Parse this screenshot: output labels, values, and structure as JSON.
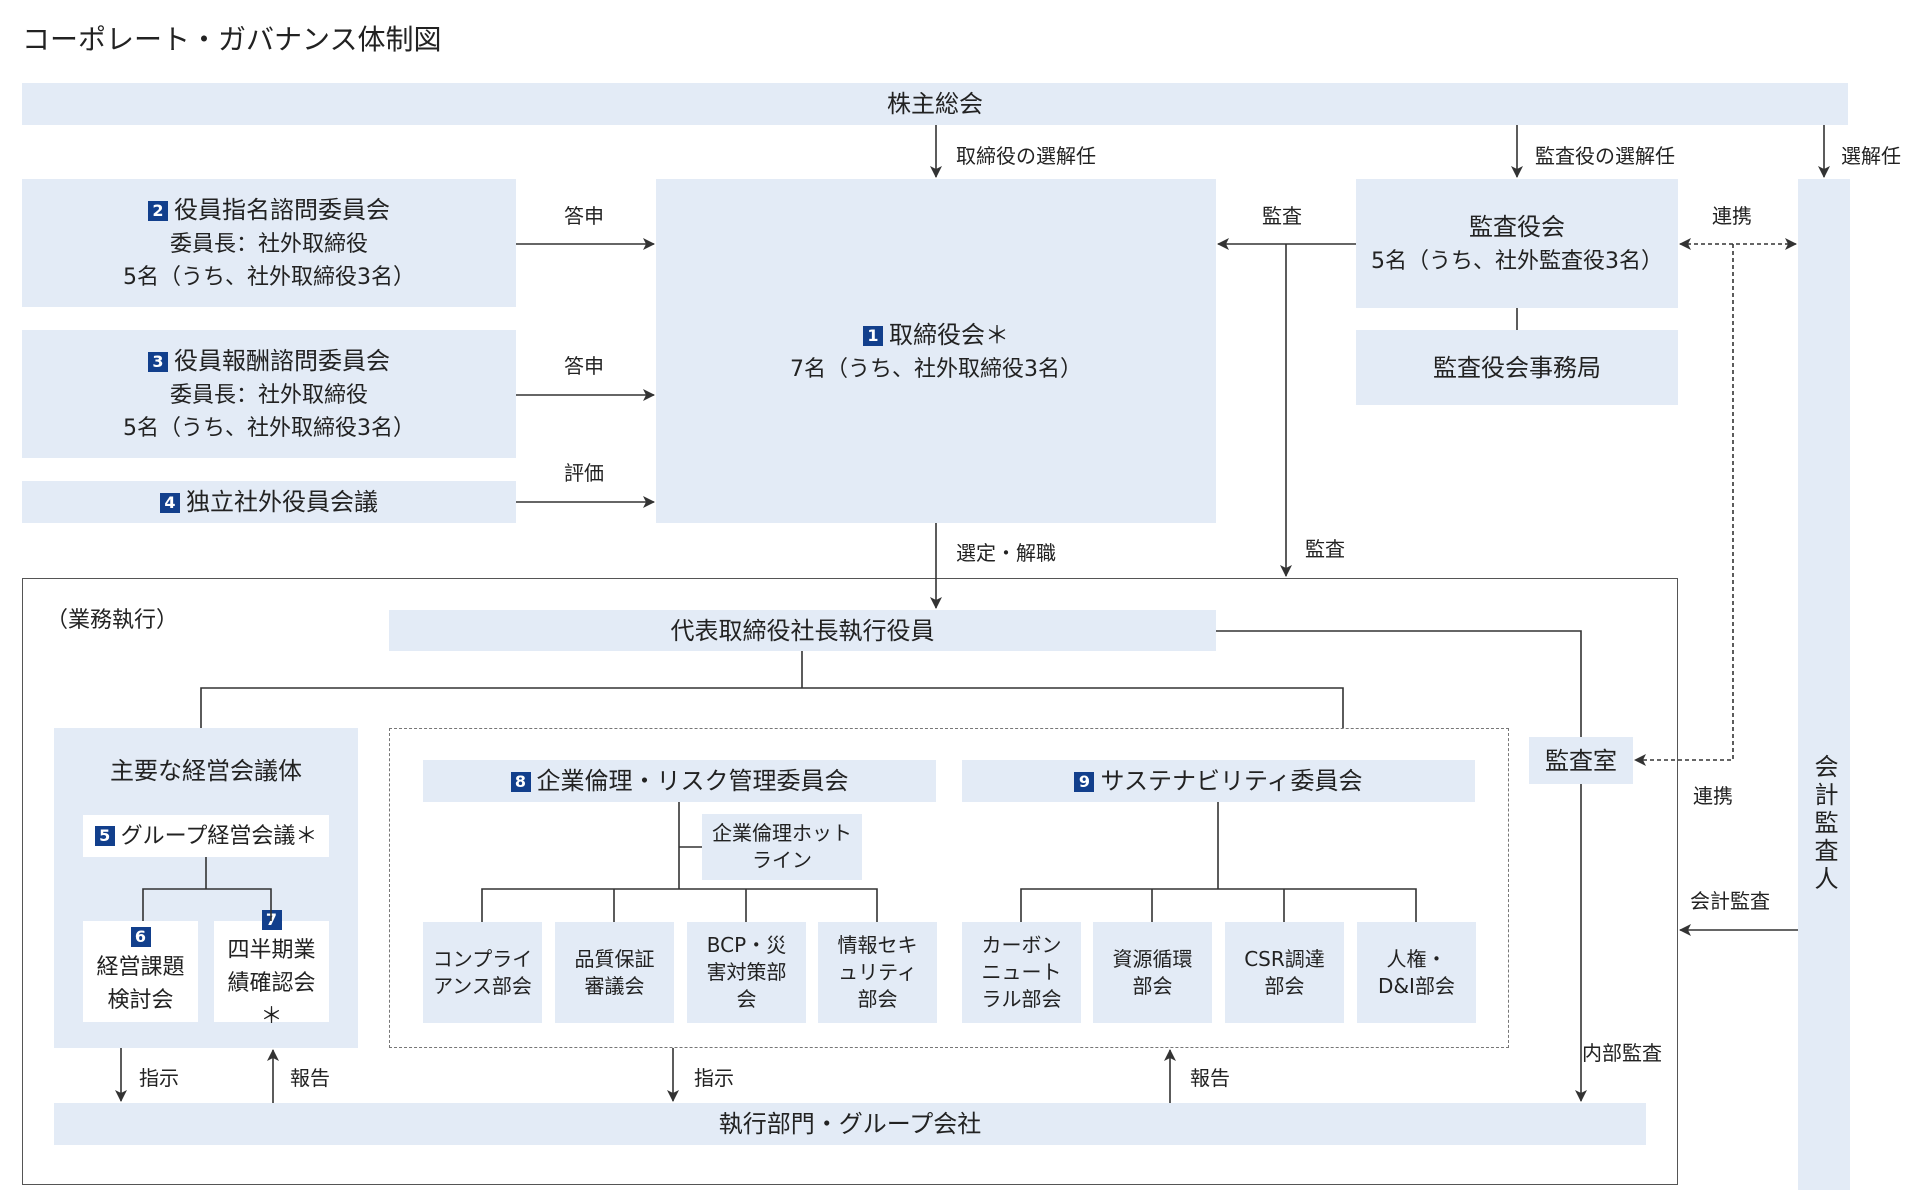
{
  "title": "コーポレート・ガバナンス体制図",
  "shareholders": "株主総会",
  "labels": {
    "elect_directors": "取締役の選解任",
    "elect_auditors": "監査役の選解任",
    "elect": "選解任",
    "answer1": "答申",
    "answer2": "答申",
    "evaluation": "評価",
    "audit_top": "監査",
    "audit_mid": "監査",
    "cooperation_top": "連携",
    "cooperation_mid": "連携",
    "select_dismiss": "選定・解職",
    "accounting_audit": "会計監査",
    "internal_audit": "内部監査",
    "instruct1": "指示",
    "report1": "報告",
    "instruct2": "指示",
    "report2": "報告"
  },
  "nomination": {
    "num": "2",
    "title": "役員指名諮問委員会",
    "line1": "委員長：社外取締役",
    "line2": "5名（うち、社外取締役3名）"
  },
  "remuneration": {
    "num": "3",
    "title": "役員報酬諮問委員会",
    "line1": "委員長：社外取締役",
    "line2": "5名（うち、社外取締役3名）"
  },
  "independent": {
    "num": "4",
    "title": "独立社外役員会議"
  },
  "board": {
    "num": "1",
    "title": "取締役会＊",
    "line1": "7名（うち、社外取締役3名）"
  },
  "auditors": {
    "title": "監査役会",
    "line1": "5名（うち、社外監査役3名）"
  },
  "auditors_office": "監査役会事務局",
  "accounting_auditor": "会計監査人",
  "execution_label": "（業務執行）",
  "president": "代表取締役社長執行役員",
  "main_meetings": "主要な経営会議体",
  "group_meeting": {
    "num": "5",
    "title": "グループ経営会議＊"
  },
  "mgmt_issues": {
    "num": "6",
    "title": "経営課題検討会"
  },
  "quarterly": {
    "num": "7",
    "title": "四半期業績確認会＊"
  },
  "ethics_committee": {
    "num": "8",
    "title": "企業倫理・リスク管理委員会"
  },
  "hotline": "企業倫理ホットライン",
  "sustainability_committee": {
    "num": "9",
    "title": "サステナビリティ委員会"
  },
  "audit_office": "監査室",
  "sub_ethics": [
    "コンプライアンス部会",
    "品質保証審議会",
    "BCP・災害対策部会",
    "情報セキュリティ部会"
  ],
  "sub_sustain": [
    "カーボンニュートラル部会",
    "資源循環部会",
    "CSR調達部会",
    "人権・D&I部会"
  ],
  "exec_depts": "執行部門・グループ会社",
  "colors": {
    "box": "#e3ebf6",
    "badge": "#123f8c",
    "line": "#333333"
  }
}
